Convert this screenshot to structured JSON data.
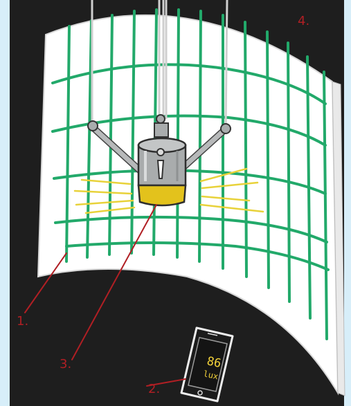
{
  "labels": {
    "screen": "1.",
    "light_meter": "2.",
    "lamp": "3.",
    "room": "4."
  },
  "phone": {
    "reading_value": "86",
    "reading_unit": "lux"
  },
  "colors": {
    "background": "#1e1e1e",
    "screen": "#ffffff",
    "grid": "#22a96a",
    "lamp_body": "#a9acad",
    "lamp_band": "#e3c21c",
    "light_rays": "#e8d23a",
    "label_red": "#b01f24",
    "side_border": "#7fc8e8"
  }
}
